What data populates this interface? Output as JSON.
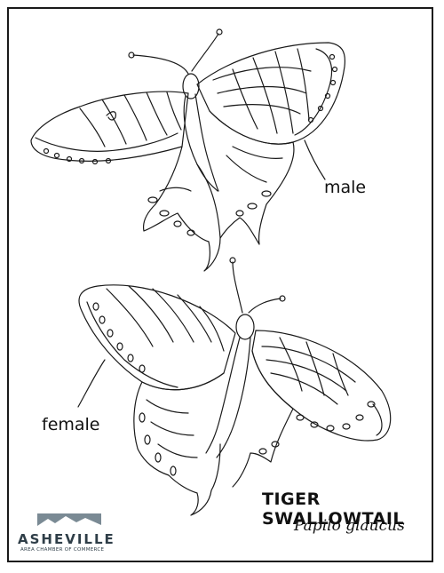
{
  "labels": {
    "male": "male",
    "female": "female"
  },
  "title": {
    "common_name": "TIGER SWALLOWTAIL",
    "scientific_name": "Papilo glaucus"
  },
  "logo": {
    "name": "ASHEVILLE",
    "subtitle": "AREA CHAMBER OF COMMERCE",
    "colors": {
      "mountains": "#7a8a94",
      "text": "#2f3e48"
    }
  },
  "colors": {
    "line": "#1a1a1a",
    "background": "#ffffff"
  }
}
